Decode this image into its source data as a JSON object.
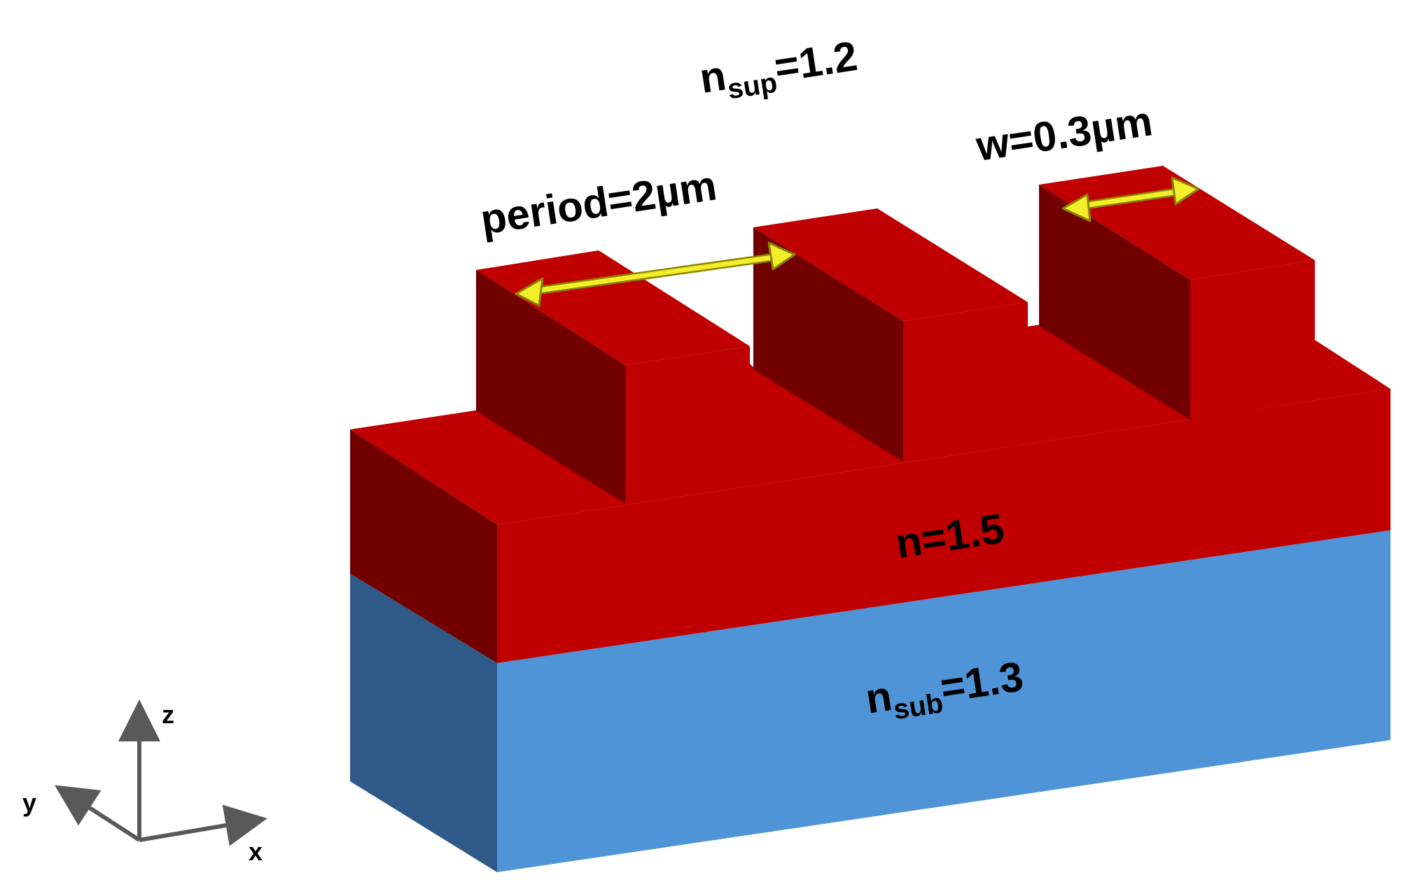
{
  "labels": {
    "superstrate": {
      "base": "n",
      "sub": "sup",
      "value": "=1.2"
    },
    "period": "period=2µm",
    "width": "w=0.3µm",
    "grating": "n=1.5",
    "substrate": {
      "base": "n",
      "sub": "sub",
      "value": "=1.3"
    }
  },
  "axes": {
    "x": "x",
    "y": "y",
    "z": "z"
  },
  "colors": {
    "red_front": "#c00000",
    "red_side": "#720000",
    "blue_front": "#5094d8",
    "blue_side": "#2f5a87",
    "arrow": "#f2ee2a",
    "arrow_edge": "#8a8400",
    "axis": "#595959"
  }
}
